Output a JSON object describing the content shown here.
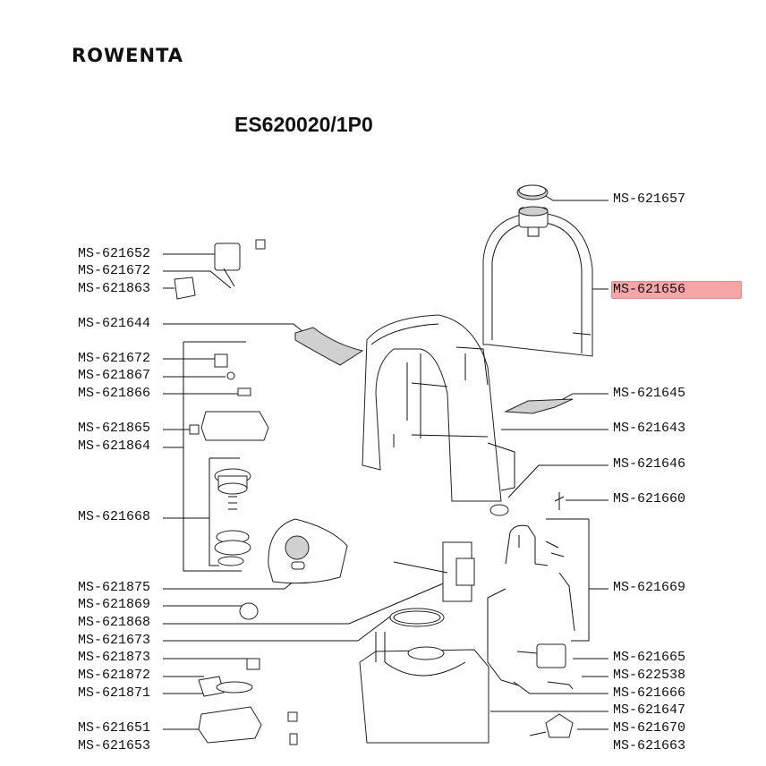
{
  "brand": "ROWENTA",
  "model": "ES620020/1P0",
  "parts_left": [
    "MS-621652",
    "MS-621672",
    "MS-621863",
    "MS-621644",
    "MS-621672",
    "MS-621867",
    "MS-621866",
    "MS-621865",
    "MS-621864",
    "MS-621668",
    "MS-621875",
    "MS-621869",
    "MS-621868",
    "MS-621673",
    "MS-621873",
    "MS-621872",
    "MS-621871",
    "MS-621651",
    "MS-621653"
  ],
  "parts_right": [
    "MS-621657",
    "MS-621656",
    "MS-621645",
    "MS-621643",
    "MS-621646",
    "MS-621660",
    "MS-621669",
    "MS-621665",
    "MS-622538",
    "MS-621666",
    "MS-621647",
    "MS-621670",
    "MS-621663"
  ],
  "highlighted_part": "MS-621656",
  "colors": {
    "highlight": "#f4a5a5",
    "line": "#111111"
  }
}
